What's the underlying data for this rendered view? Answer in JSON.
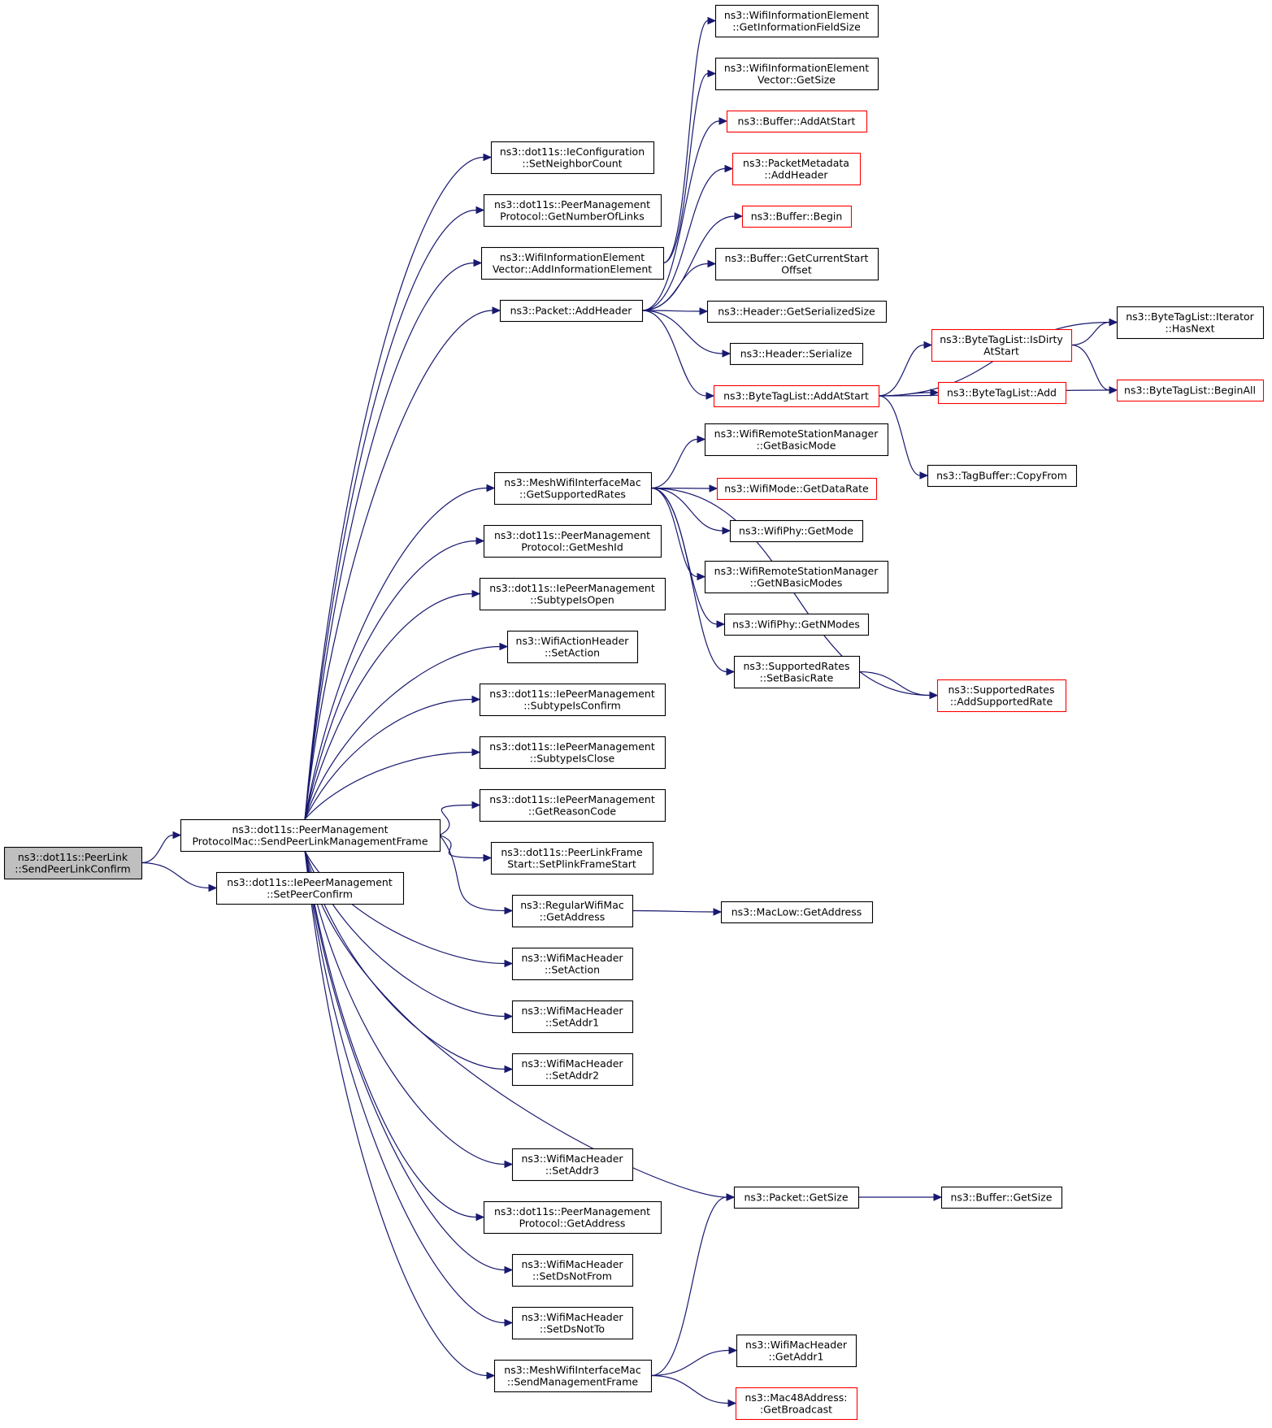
{
  "nodes": [
    {
      "id": "root",
      "lines": [
        "ns3::dot11s::PeerLink",
        "::SendPeerLinkConfirm"
      ],
      "style": "root"
    },
    {
      "id": "sendframe",
      "lines": [
        "ns3::dot11s::PeerManagement",
        "ProtocolMac::SendPeerLinkManagementFrame"
      ],
      "style": "normal"
    },
    {
      "id": "setpeerconfirm",
      "lines": [
        "ns3::dot11s::IePeerManagement",
        "::SetPeerConfirm"
      ],
      "style": "normal"
    },
    {
      "id": "setneighbor",
      "lines": [
        "ns3::dot11s::IeConfiguration",
        "::SetNeighborCount"
      ],
      "style": "normal"
    },
    {
      "id": "getnumlinks",
      "lines": [
        "ns3::dot11s::PeerManagement",
        "Protocol::GetNumberOfLinks"
      ],
      "style": "normal"
    },
    {
      "id": "addinfoel",
      "lines": [
        "ns3::WifiInformationElement",
        "Vector::AddInformationElement"
      ],
      "style": "normal"
    },
    {
      "id": "addheader",
      "lines": [
        "ns3::Packet::AddHeader"
      ],
      "style": "normal"
    },
    {
      "id": "getsupported",
      "lines": [
        "ns3::MeshWifiInterfaceMac",
        "::GetSupportedRates"
      ],
      "style": "normal"
    },
    {
      "id": "getmeshid",
      "lines": [
        "ns3::dot11s::PeerManagement",
        "Protocol::GetMeshId"
      ],
      "style": "normal"
    },
    {
      "id": "subopen",
      "lines": [
        "ns3::dot11s::IePeerManagement",
        "::SubtypeIsOpen"
      ],
      "style": "normal"
    },
    {
      "id": "setactionhdr",
      "lines": [
        "ns3::WifiActionHeader",
        "::SetAction"
      ],
      "style": "normal"
    },
    {
      "id": "subconfirm",
      "lines": [
        "ns3::dot11s::IePeerManagement",
        "::SubtypeIsConfirm"
      ],
      "style": "normal"
    },
    {
      "id": "subclose",
      "lines": [
        "ns3::dot11s::IePeerManagement",
        "::SubtypeIsClose"
      ],
      "style": "normal"
    },
    {
      "id": "getreason",
      "lines": [
        "ns3::dot11s::IePeerManagement",
        "::GetReasonCode"
      ],
      "style": "normal"
    },
    {
      "id": "plinkstart",
      "lines": [
        "ns3::dot11s::PeerLinkFrame",
        "Start::SetPlinkFrameStart"
      ],
      "style": "normal"
    },
    {
      "id": "regaddr",
      "lines": [
        "ns3::RegularWifiMac",
        "::GetAddress"
      ],
      "style": "normal"
    },
    {
      "id": "wmhsetaction",
      "lines": [
        "ns3::WifiMacHeader",
        "::SetAction"
      ],
      "style": "normal"
    },
    {
      "id": "setaddr1",
      "lines": [
        "ns3::WifiMacHeader",
        "::SetAddr1"
      ],
      "style": "normal"
    },
    {
      "id": "setaddr2",
      "lines": [
        "ns3::WifiMacHeader",
        "::SetAddr2"
      ],
      "style": "normal"
    },
    {
      "id": "setaddr3",
      "lines": [
        "ns3::WifiMacHeader",
        "::SetAddr3"
      ],
      "style": "normal"
    },
    {
      "id": "protoaddr",
      "lines": [
        "ns3::dot11s::PeerManagement",
        "Protocol::GetAddress"
      ],
      "style": "normal"
    },
    {
      "id": "dsnotfrom",
      "lines": [
        "ns3::WifiMacHeader",
        "::SetDsNotFrom"
      ],
      "style": "normal"
    },
    {
      "id": "dsnotto",
      "lines": [
        "ns3::WifiMacHeader",
        "::SetDsNotTo"
      ],
      "style": "normal"
    },
    {
      "id": "sendmgmt",
      "lines": [
        "ns3::MeshWifiInterfaceMac",
        "::SendManagementFrame"
      ],
      "style": "normal"
    },
    {
      "id": "getinfofieldsize",
      "lines": [
        "ns3::WifiInformationElement",
        "::GetInformationFieldSize"
      ],
      "style": "normal"
    },
    {
      "id": "iegetsize",
      "lines": [
        "ns3::WifiInformationElement",
        "Vector::GetSize"
      ],
      "style": "normal"
    },
    {
      "id": "bufaddatstart",
      "lines": [
        "ns3::Buffer::AddAtStart"
      ],
      "style": "red"
    },
    {
      "id": "pmaddheader",
      "lines": [
        "ns3::PacketMetadata",
        "::AddHeader"
      ],
      "style": "red"
    },
    {
      "id": "bufbegin",
      "lines": [
        "ns3::Buffer::Begin"
      ],
      "style": "red"
    },
    {
      "id": "bufcurstart",
      "lines": [
        "ns3::Buffer::GetCurrentStart",
        "Offset"
      ],
      "style": "normal"
    },
    {
      "id": "hdrsersize",
      "lines": [
        "ns3::Header::GetSerializedSize"
      ],
      "style": "normal"
    },
    {
      "id": "hdrserialize",
      "lines": [
        "ns3::Header::Serialize"
      ],
      "style": "normal"
    },
    {
      "id": "btladdatstart",
      "lines": [
        "ns3::ByteTagList::AddAtStart"
      ],
      "style": "red"
    },
    {
      "id": "getbasicmode",
      "lines": [
        "ns3::WifiRemoteStationManager",
        "::GetBasicMode"
      ],
      "style": "normal"
    },
    {
      "id": "getdatarate",
      "lines": [
        "ns3::WifiMode::GetDataRate"
      ],
      "style": "red"
    },
    {
      "id": "phygetmode",
      "lines": [
        "ns3::WifiPhy::GetMode"
      ],
      "style": "normal"
    },
    {
      "id": "getnbasic",
      "lines": [
        "ns3::WifiRemoteStationManager",
        "::GetNBasicModes"
      ],
      "style": "normal"
    },
    {
      "id": "phygetnmodes",
      "lines": [
        "ns3::WifiPhy::GetNModes"
      ],
      "style": "normal"
    },
    {
      "id": "setbasicrate",
      "lines": [
        "ns3::SupportedRates",
        "::SetBasicRate"
      ],
      "style": "normal"
    },
    {
      "id": "macgetaddr",
      "lines": [
        "ns3::MacLow::GetAddress"
      ],
      "style": "normal"
    },
    {
      "id": "pktgetsize",
      "lines": [
        "ns3::Packet::GetSize"
      ],
      "style": "normal"
    },
    {
      "id": "getaddr1",
      "lines": [
        "ns3::WifiMacHeader",
        "::GetAddr1"
      ],
      "style": "normal"
    },
    {
      "id": "getbroadcast",
      "lines": [
        "ns3::Mac48Address:",
        ":GetBroadcast"
      ],
      "style": "red"
    },
    {
      "id": "isdirty",
      "lines": [
        "ns3::ByteTagList::IsDirty",
        "AtStart"
      ],
      "style": "red"
    },
    {
      "id": "btladd",
      "lines": [
        "ns3::ByteTagList::Add"
      ],
      "style": "red"
    },
    {
      "id": "copyfrom",
      "lines": [
        "ns3::TagBuffer::CopyFrom"
      ],
      "style": "normal"
    },
    {
      "id": "addsupported",
      "lines": [
        "ns3::SupportedRates",
        "::AddSupportedRate"
      ],
      "style": "red"
    },
    {
      "id": "bufgetsize",
      "lines": [
        "ns3::Buffer::GetSize"
      ],
      "style": "normal"
    },
    {
      "id": "hasnext",
      "lines": [
        "ns3::ByteTagList::Iterator",
        "::HasNext"
      ],
      "style": "normal"
    },
    {
      "id": "beginall",
      "lines": [
        "ns3::ByteTagList::BeginAll"
      ],
      "style": "red"
    }
  ],
  "edges": [
    [
      "root",
      "sendframe"
    ],
    [
      "root",
      "setpeerconfirm"
    ],
    [
      "sendframe",
      "setneighbor"
    ],
    [
      "sendframe",
      "getnumlinks"
    ],
    [
      "sendframe",
      "addinfoel"
    ],
    [
      "sendframe",
      "addheader"
    ],
    [
      "sendframe",
      "getsupported"
    ],
    [
      "sendframe",
      "getmeshid"
    ],
    [
      "sendframe",
      "subopen"
    ],
    [
      "sendframe",
      "setactionhdr"
    ],
    [
      "sendframe",
      "subconfirm"
    ],
    [
      "sendframe",
      "subclose"
    ],
    [
      "sendframe",
      "getreason"
    ],
    [
      "sendframe",
      "plinkstart"
    ],
    [
      "sendframe",
      "regaddr"
    ],
    [
      "sendframe",
      "wmhsetaction"
    ],
    [
      "sendframe",
      "setaddr1"
    ],
    [
      "sendframe",
      "setaddr2"
    ],
    [
      "sendframe",
      "pktgetsize"
    ],
    [
      "sendframe",
      "setaddr3"
    ],
    [
      "sendframe",
      "protoaddr"
    ],
    [
      "sendframe",
      "dsnotfrom"
    ],
    [
      "sendframe",
      "dsnotto"
    ],
    [
      "sendframe",
      "sendmgmt"
    ],
    [
      "addinfoel",
      "getinfofieldsize"
    ],
    [
      "addinfoel",
      "iegetsize"
    ],
    [
      "addheader",
      "bufaddatstart"
    ],
    [
      "addheader",
      "pmaddheader"
    ],
    [
      "addheader",
      "bufbegin"
    ],
    [
      "addheader",
      "bufcurstart"
    ],
    [
      "addheader",
      "hdrsersize"
    ],
    [
      "addheader",
      "hdrserialize"
    ],
    [
      "addheader",
      "btladdatstart"
    ],
    [
      "getsupported",
      "getbasicmode"
    ],
    [
      "getsupported",
      "getdatarate"
    ],
    [
      "getsupported",
      "phygetmode"
    ],
    [
      "getsupported",
      "getnbasic"
    ],
    [
      "getsupported",
      "phygetnmodes"
    ],
    [
      "getsupported",
      "setbasicrate"
    ],
    [
      "getsupported",
      "addsupported"
    ],
    [
      "regaddr",
      "macgetaddr"
    ],
    [
      "sendmgmt",
      "pktgetsize"
    ],
    [
      "sendmgmt",
      "getaddr1"
    ],
    [
      "sendmgmt",
      "getbroadcast"
    ],
    [
      "btladdatstart",
      "isdirty"
    ],
    [
      "btladdatstart",
      "btladd"
    ],
    [
      "btladdatstart",
      "copyfrom"
    ],
    [
      "btladdatstart",
      "hasnext"
    ],
    [
      "btladdatstart",
      "beginall"
    ],
    [
      "isdirty",
      "hasnext"
    ],
    [
      "isdirty",
      "beginall"
    ],
    [
      "setbasicrate",
      "addsupported"
    ],
    [
      "pktgetsize",
      "bufgetsize"
    ]
  ]
}
